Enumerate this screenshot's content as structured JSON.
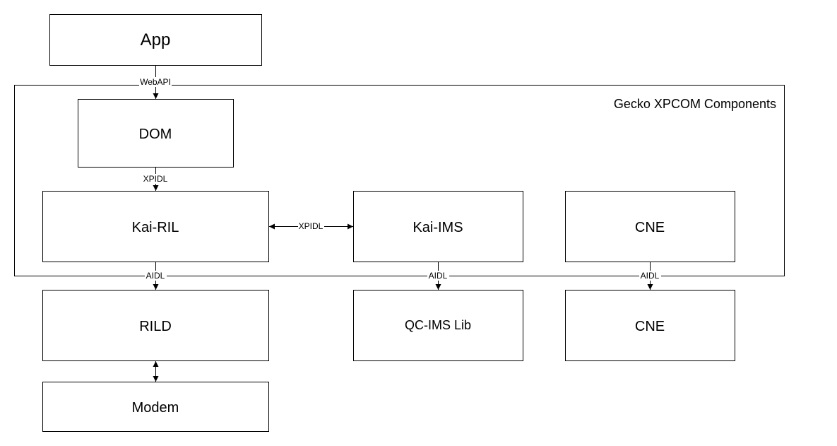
{
  "container": {
    "title": "Gecko XPCOM Components"
  },
  "nodes": {
    "app": "App",
    "dom": "DOM",
    "kai_ril": "Kai-RIL",
    "kai_ims": "Kai-IMS",
    "cne_top": "CNE",
    "rild": "RILD",
    "qc_ims": "QC-IMS Lib",
    "cne_bottom": "CNE",
    "modem": "Modem"
  },
  "edges": {
    "app_dom": "WebAPI",
    "dom_ril": "XPIDL",
    "ril_ims": "XPIDL",
    "ril_rild": "AIDL",
    "ims_qc": "AIDL",
    "cne_cne": "AIDL"
  }
}
